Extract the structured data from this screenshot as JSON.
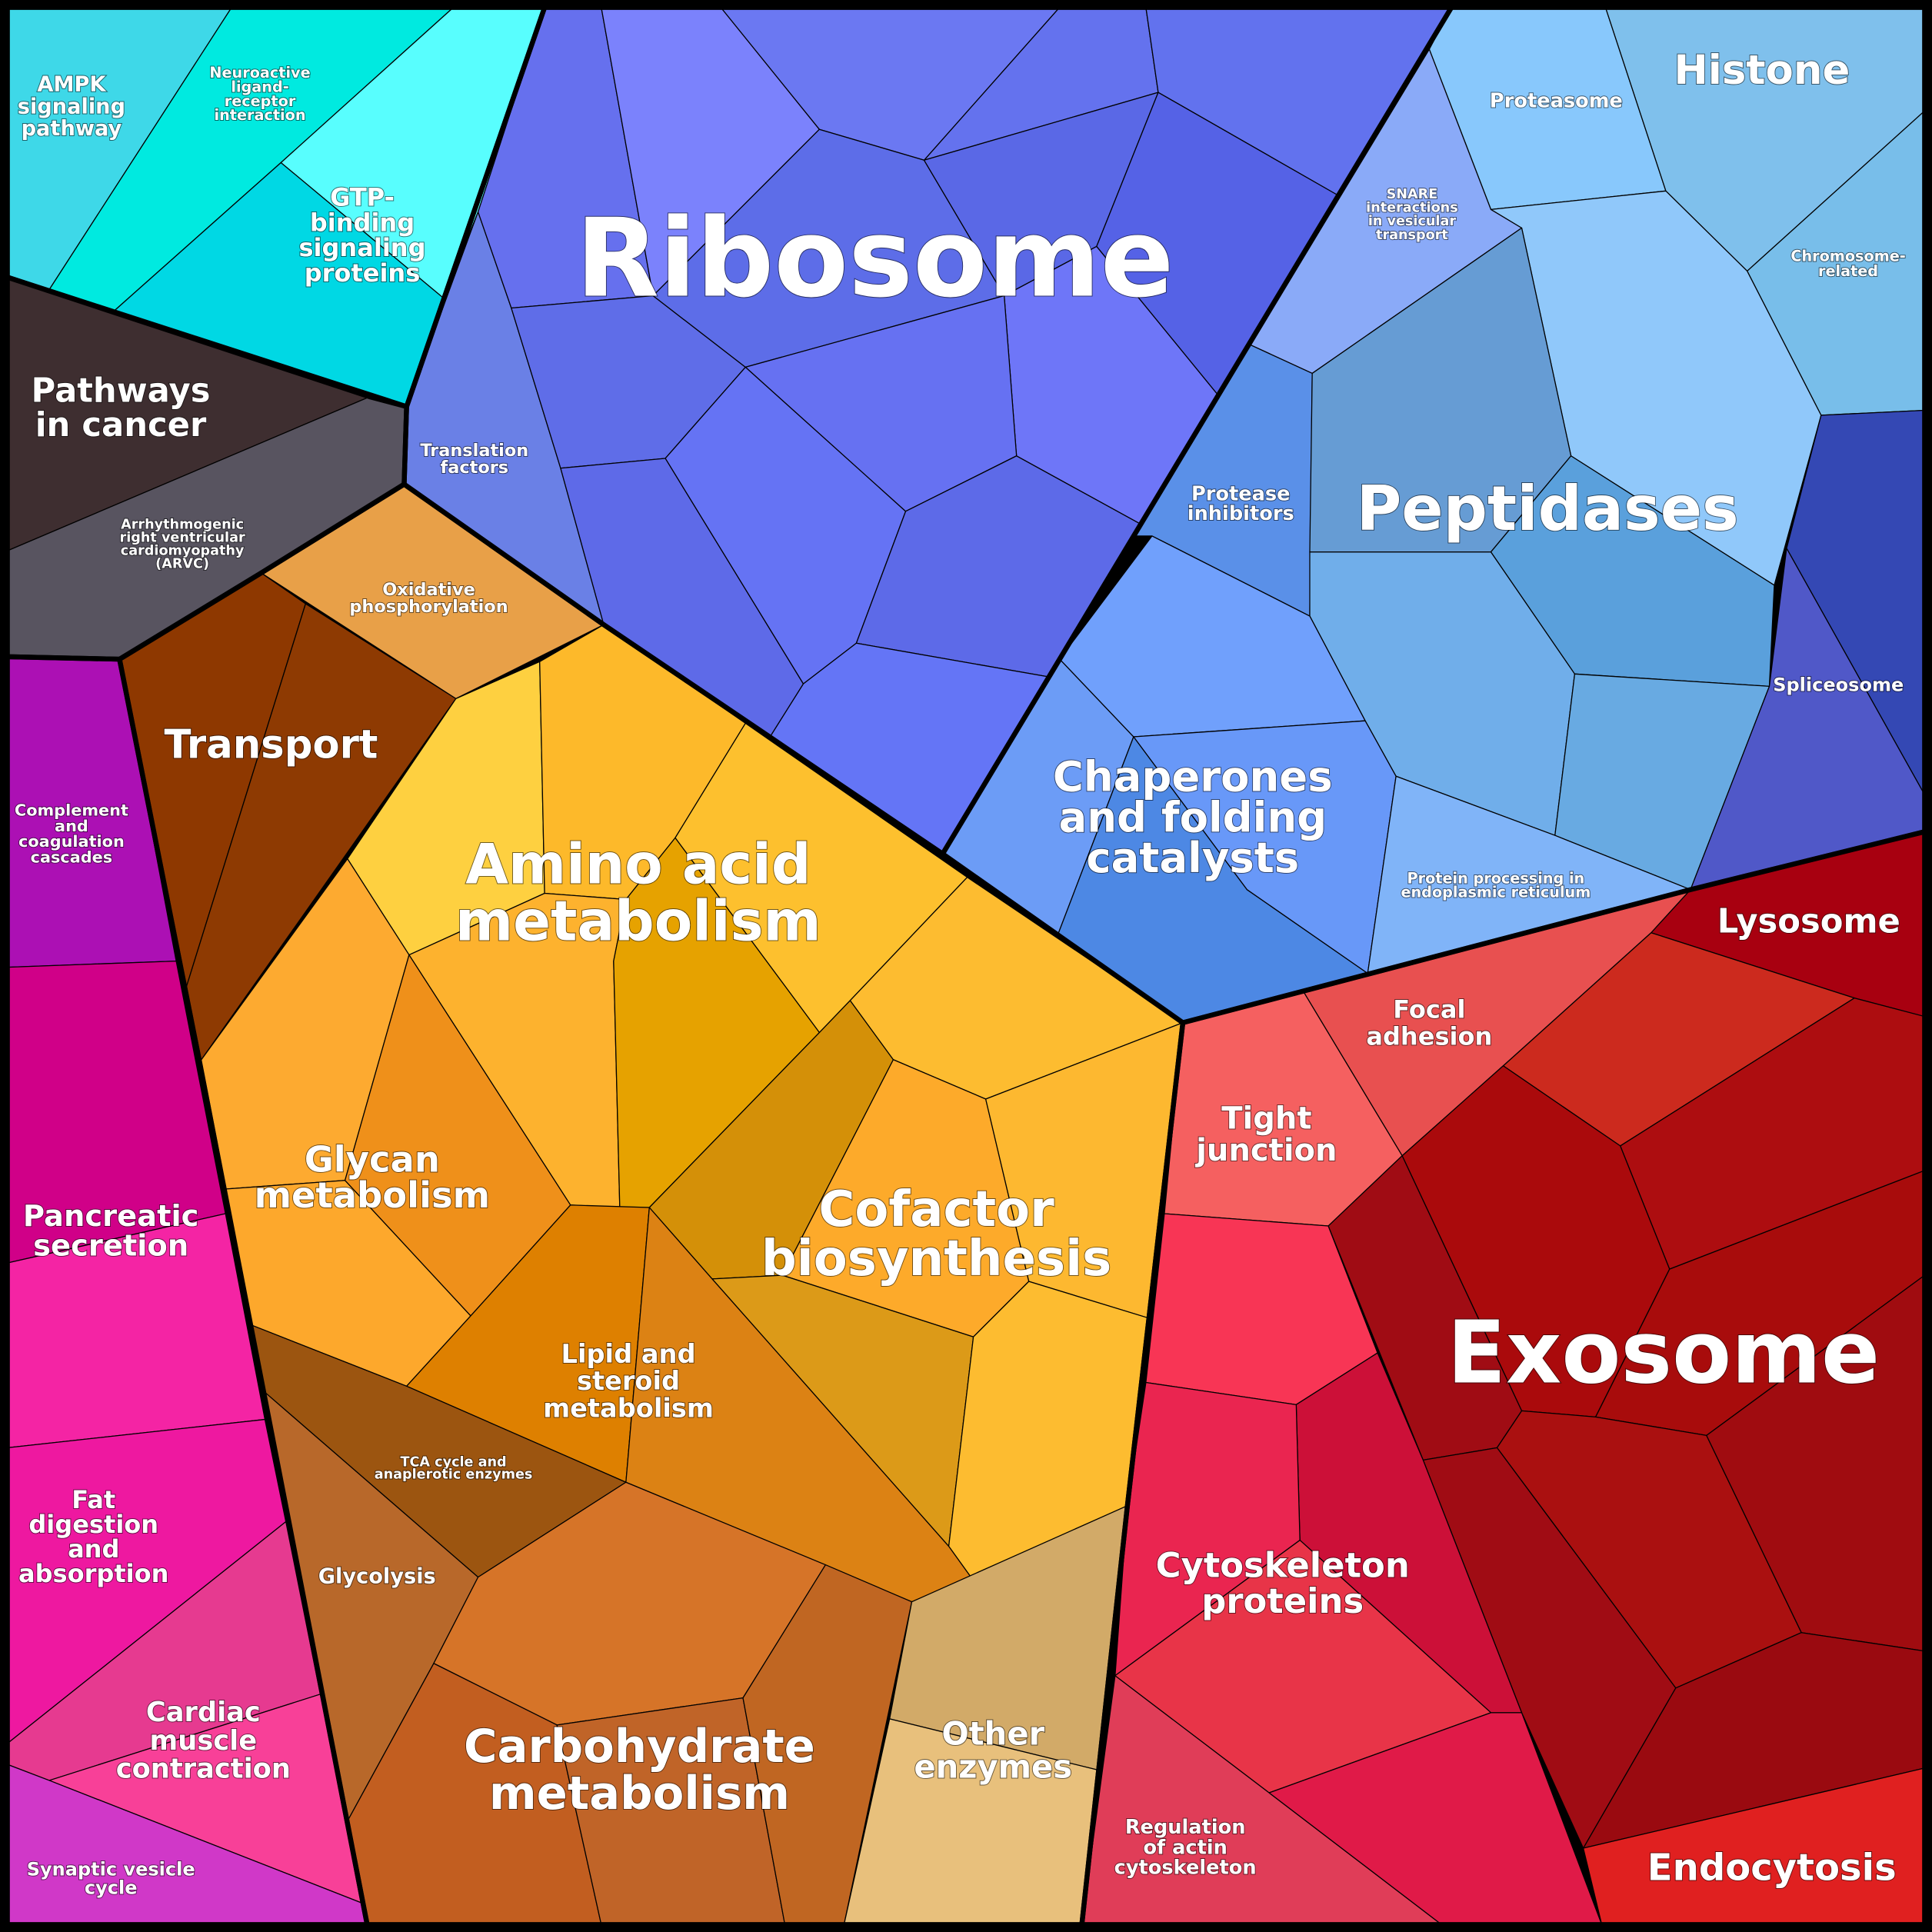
{
  "chart_data": {
    "type": "voronoi-treemap",
    "title": "",
    "groups": [
      {
        "name": "signaling",
        "color": "#00e0e8",
        "members": [
          "ampk",
          "neuroactive",
          "gtp"
        ]
      },
      {
        "name": "disease",
        "color": "#4a4048",
        "members": [
          "pathways_cancer",
          "arvc"
        ]
      },
      {
        "name": "ribosome",
        "color": "#6470ee",
        "members": [
          "ribosome",
          "translation"
        ]
      },
      {
        "name": "protein processing",
        "color": "#80b8f4",
        "members": [
          "proteasome",
          "histone",
          "snare",
          "chromosome",
          "protease_inhibitors",
          "peptidases",
          "spliceosome",
          "chaperones",
          "er_processing"
        ]
      },
      {
        "name": "metabolism",
        "color": "#fdb22e",
        "members": [
          "oxidative",
          "transport",
          "amino_acid",
          "glycan",
          "cofactor",
          "lipid",
          "tca",
          "glycolysis",
          "carbohydrate",
          "other_enzymes"
        ]
      },
      {
        "name": "cellular",
        "color": "#c8102a",
        "members": [
          "lysosome",
          "focal",
          "tight",
          "exosome",
          "cytoskeleton",
          "actin",
          "endocytosis"
        ]
      },
      {
        "name": "organismal",
        "color": "#e020a0",
        "members": [
          "complement",
          "pancreatic",
          "fat",
          "cardiac",
          "synaptic"
        ]
      }
    ],
    "labels": {
      "ampk": [
        "AMPK",
        "signaling",
        "pathway"
      ],
      "neuroactive": [
        "Neuroactive",
        "ligand-",
        "receptor",
        "interaction"
      ],
      "gtp": [
        "GTP-",
        "binding",
        "signaling",
        "proteins"
      ],
      "pathways_cancer": [
        "Pathways",
        "in cancer"
      ],
      "arvc": [
        "Arrhythmogenic",
        "right ventricular",
        "cardiomyopathy",
        "(ARVC)"
      ],
      "ribosome": [
        "Ribosome"
      ],
      "translation": [
        "Translation",
        "factors"
      ],
      "proteasome": [
        "Proteasome"
      ],
      "histone": [
        "Histone"
      ],
      "snare": [
        "SNARE",
        "interactions",
        "in vesicular",
        "transport"
      ],
      "chromosome": [
        "Chromosome-",
        "related"
      ],
      "protease_inhibitors": [
        "Protease",
        "inhibitors"
      ],
      "peptidases": [
        "Peptidases"
      ],
      "spliceosome": [
        "Spliceosome"
      ],
      "chaperones": [
        "Chaperones",
        "and folding",
        "catalysts"
      ],
      "er_processing": [
        "Protein processing in",
        "endoplasmic reticulum"
      ],
      "oxidative": [
        "Oxidative",
        "phosphorylation"
      ],
      "transport": [
        "Transport"
      ],
      "amino_acid": [
        "Amino acid",
        "metabolism"
      ],
      "complement": [
        "Complement",
        "and",
        "coagulation",
        "cascades"
      ],
      "lysosome": [
        "Lysosome"
      ],
      "focal": [
        "Focal",
        "adhesion"
      ],
      "tight": [
        "Tight",
        "junction"
      ],
      "glycan": [
        "Glycan",
        "metabolism"
      ],
      "cofactor": [
        "Cofactor",
        "biosynthesis"
      ],
      "exosome": [
        "Exosome"
      ],
      "pancreatic": [
        "Pancreatic",
        "secretion"
      ],
      "lipid": [
        "Lipid and",
        "steroid",
        "metabolism"
      ],
      "tca": [
        "TCA cycle and",
        "anaplerotic enzymes"
      ],
      "fat": [
        "Fat",
        "digestion",
        "and",
        "absorption"
      ],
      "glycolysis": [
        "Glycolysis"
      ],
      "cytoskeleton": [
        "Cytoskeleton",
        "proteins"
      ],
      "cardiac": [
        "Cardiac",
        "muscle",
        "contraction"
      ],
      "carbohydrate": [
        "Carbohydrate",
        "metabolism"
      ],
      "other_enzymes": [
        "Other",
        "enzymes"
      ],
      "actin": [
        "Regulation",
        "of actin",
        "cytoskeleton"
      ],
      "synaptic": [
        "Synaptic vesicle",
        "cycle"
      ],
      "endocytosis": [
        "Endocytosis"
      ]
    }
  }
}
